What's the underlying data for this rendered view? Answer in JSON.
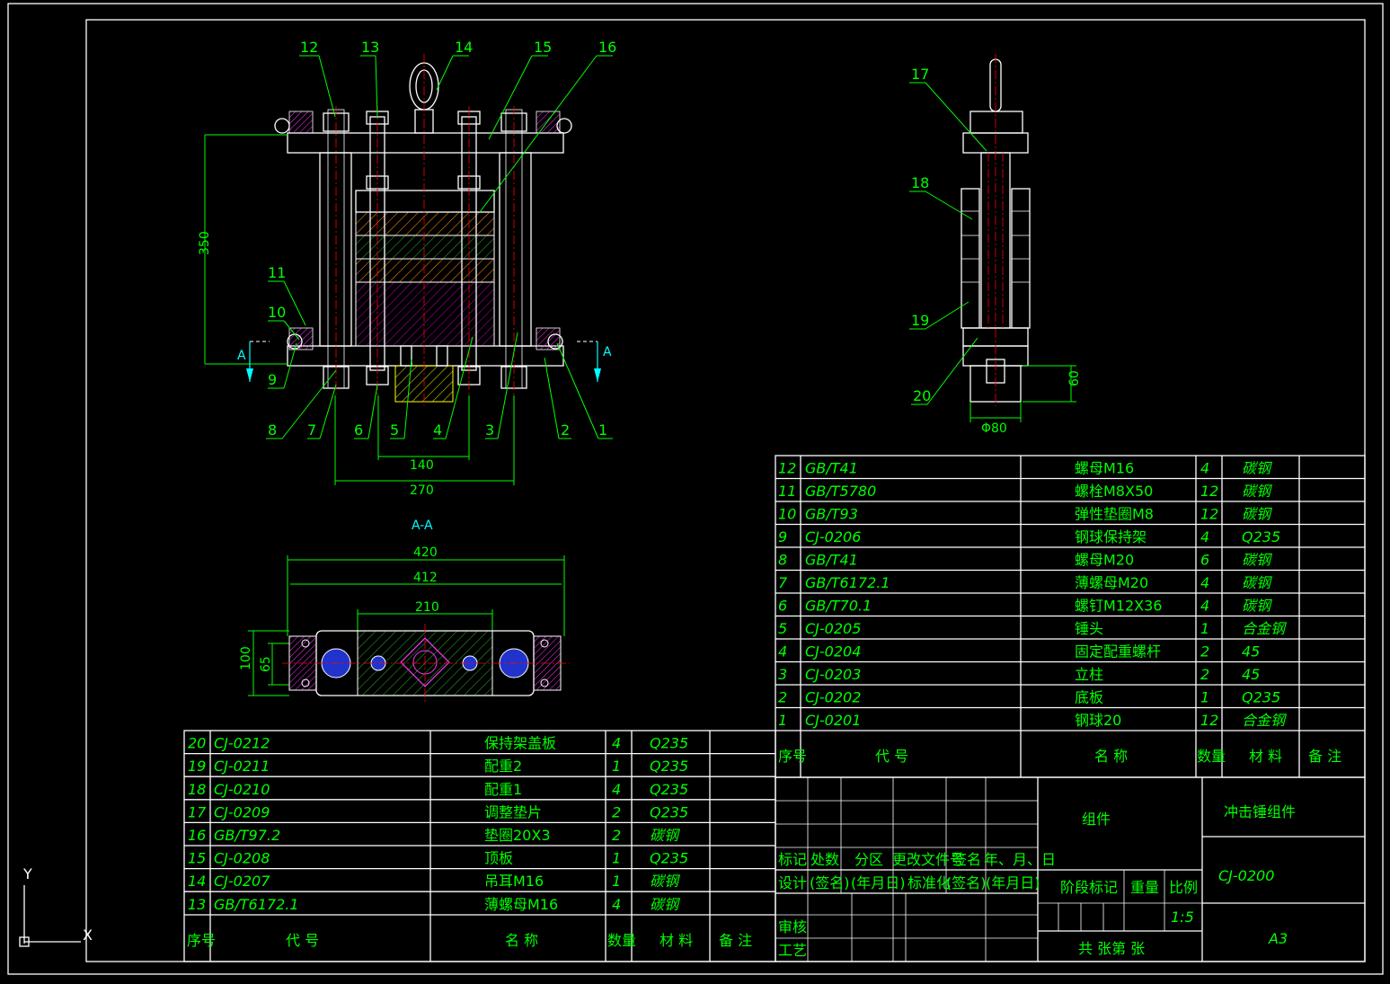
{
  "drawing": {
    "title": "冲击锤组件",
    "code": "CJ-0200",
    "sheet_size": "A3",
    "assembly_label": "组件",
    "scale": "1:5",
    "section_label": "A-A",
    "section_mark": "A"
  },
  "colors": {
    "frame": "#ffffff",
    "text": "#00ff00",
    "accent": "#00ffff",
    "center": "#ff0000",
    "hatch_purple": "#cc00cc",
    "hatch_yellow": "#ffff00"
  },
  "front_view": {
    "balloons": [
      "12",
      "13",
      "14",
      "15",
      "16",
      "11",
      "10",
      "9",
      "8",
      "7",
      "6",
      "5",
      "4",
      "3",
      "2",
      "1"
    ],
    "dims": {
      "height": "350",
      "inner": "140",
      "outer": "270"
    }
  },
  "side_view": {
    "balloons": [
      "17",
      "18",
      "19",
      "20"
    ],
    "dims": {
      "height": "60",
      "dia": "Φ80"
    }
  },
  "section_view": {
    "dims": {
      "w420": "420",
      "w412": "412",
      "w210": "210",
      "h100": "100",
      "h65": "65"
    }
  },
  "bom_right": [
    {
      "no": "12",
      "code": "GB/T41",
      "name": "螺母M16",
      "qty": "4",
      "mat": "碳钢"
    },
    {
      "no": "11",
      "code": "GB/T5780",
      "name": "螺栓M8X50",
      "qty": "12",
      "mat": "碳钢"
    },
    {
      "no": "10",
      "code": "GB/T93",
      "name": "弹性垫圈M8",
      "qty": "12",
      "mat": "碳钢"
    },
    {
      "no": "9",
      "code": "CJ-0206",
      "name": "钢球保持架",
      "qty": "4",
      "mat": "Q235"
    },
    {
      "no": "8",
      "code": "GB/T41",
      "name": "螺母M20",
      "qty": "6",
      "mat": "碳钢"
    },
    {
      "no": "7",
      "code": "GB/T6172.1",
      "name": "薄螺母M20",
      "qty": "4",
      "mat": "碳钢"
    },
    {
      "no": "6",
      "code": "GB/T70.1",
      "name": "螺钉M12X36",
      "qty": "4",
      "mat": "碳钢"
    },
    {
      "no": "5",
      "code": "CJ-0205",
      "name": "锤头",
      "qty": "1",
      "mat": "合金钢"
    },
    {
      "no": "4",
      "code": "CJ-0204",
      "name": "固定配重螺杆",
      "qty": "2",
      "mat": "45"
    },
    {
      "no": "3",
      "code": "CJ-0203",
      "name": "立柱",
      "qty": "2",
      "mat": "45"
    },
    {
      "no": "2",
      "code": "CJ-0202",
      "name": "底板",
      "qty": "1",
      "mat": "Q235"
    },
    {
      "no": "1",
      "code": "CJ-0201",
      "name": "钢球20",
      "qty": "12",
      "mat": "合金钢"
    }
  ],
  "bom_left": [
    {
      "no": "20",
      "code": "CJ-0212",
      "name": "保持架盖板",
      "qty": "4",
      "mat": "Q235"
    },
    {
      "no": "19",
      "code": "CJ-0211",
      "name": "配重2",
      "qty": "1",
      "mat": "Q235"
    },
    {
      "no": "18",
      "code": "CJ-0210",
      "name": "配重1",
      "qty": "4",
      "mat": "Q235"
    },
    {
      "no": "17",
      "code": "CJ-0209",
      "name": "调整垫片",
      "qty": "2",
      "mat": "Q235"
    },
    {
      "no": "16",
      "code": "GB/T97.2",
      "name": "垫圈20X3",
      "qty": "2",
      "mat": "碳钢"
    },
    {
      "no": "15",
      "code": "CJ-0208",
      "name": "顶板",
      "qty": "1",
      "mat": "Q235"
    },
    {
      "no": "14",
      "code": "CJ-0207",
      "name": "吊耳M16",
      "qty": "1",
      "mat": "碳钢"
    },
    {
      "no": "13",
      "code": "GB/T6172.1",
      "name": "薄螺母M16",
      "qty": "4",
      "mat": "碳钢"
    }
  ],
  "bom_header": {
    "no": "序号",
    "code": "代 号",
    "name": "名 称",
    "qty": "数量",
    "mat": "材 料",
    "note": "备 注"
  },
  "title_block": {
    "row_mark": [
      "标记",
      "处数",
      "分区",
      "更改文件号",
      "签名",
      "年、月、日"
    ],
    "row_design": [
      "设计",
      "(签名)",
      "(年月日)",
      "标准化",
      "(签名)",
      "(年月日)"
    ],
    "stage": "阶段标记",
    "weight": "重量",
    "ratio": "比例",
    "review": "审核",
    "process": "工艺",
    "sheets": "共  张第  张"
  },
  "ucs": {
    "x": "X",
    "y": "Y"
  }
}
